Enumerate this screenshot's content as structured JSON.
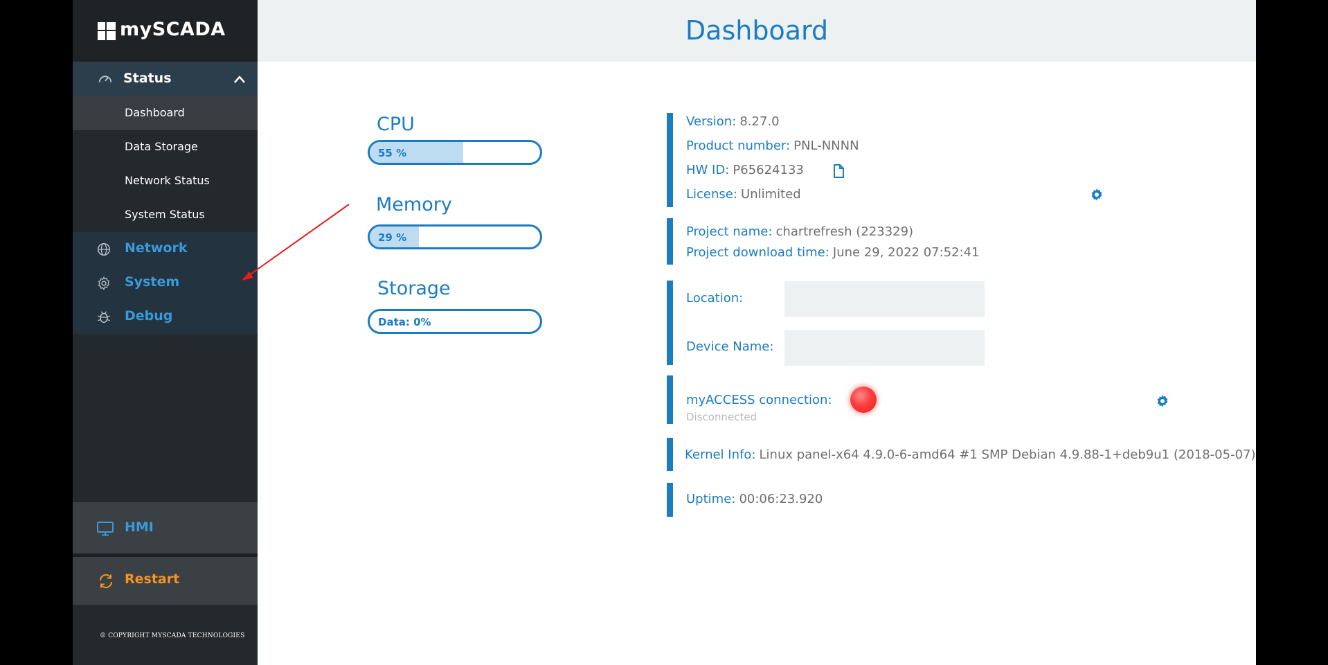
{
  "app": {
    "brand": "mySCADA"
  },
  "sidebar": {
    "status_section": {
      "label": "Status"
    },
    "status_items": [
      {
        "label": "Dashboard"
      },
      {
        "label": "Data Storage"
      },
      {
        "label": "Network Status"
      },
      {
        "label": "System Status"
      }
    ],
    "sections": [
      {
        "label": "Network",
        "icon": "globe-icon"
      },
      {
        "label": "System",
        "icon": "gear-icon"
      },
      {
        "label": "Debug",
        "icon": "bug-icon"
      }
    ],
    "hmi": {
      "label": "HMI",
      "icon": "monitor-icon"
    },
    "restart": {
      "label": "Restart",
      "icon": "refresh-icon"
    },
    "copyright": "© COPYRIGHT MYSCADA TECHNOLOGIES"
  },
  "header": {
    "title": "Dashboard"
  },
  "gauges": {
    "cpu": {
      "title": "CPU",
      "text": "55 %",
      "fraction": 0.55
    },
    "memory": {
      "title": "Memory",
      "text": "29 %",
      "fraction": 0.29
    },
    "storage": {
      "title": "Storage",
      "text": "Data: 0%",
      "fraction": 0.0
    }
  },
  "info": {
    "version_label": "Version:",
    "version": "8.27.0",
    "product_label": "Product number:",
    "product": "PNL-NNNN",
    "hwid_label": "HW ID:",
    "hwid": "P65624133",
    "license_label": "License:",
    "license": "Unlimited",
    "project_name_label": "Project name:",
    "project_name": "chartrefresh (223329)",
    "download_label": "Project download time:",
    "download_time": "June 29, 2022 07:52:41",
    "location_label": "Location:",
    "location_value": "",
    "device_label": "Device Name:",
    "device_value": "",
    "myaccess_label": "myACCESS connection:",
    "myaccess_status": "Disconnected",
    "kernel_label": "Kernel Info:",
    "kernel": "Linux panel-x64 4.9.0-6-amd64 #1 SMP Debian 4.9.88-1+deb9u1 (2018-05-07)",
    "uptime_label": "Uptime:",
    "uptime": "00:06:23.920"
  },
  "colors": {
    "accent": "#1b7cc1",
    "sidebar_bg": "#24292d",
    "section_label": "#3a9ad9",
    "restart": "#f39323",
    "led": "#ff3b3b",
    "annotation_arrow": "#e81c1c"
  }
}
